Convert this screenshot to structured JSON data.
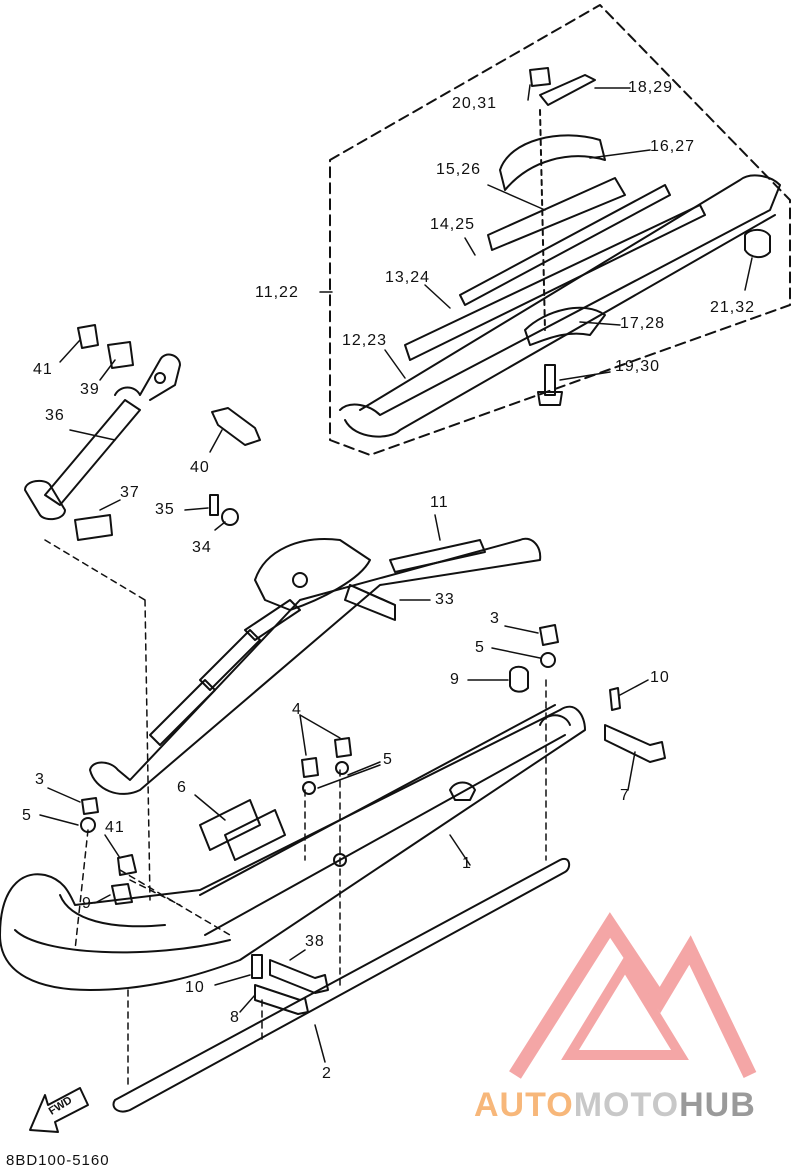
{
  "diagram_code": "8BD100-5160",
  "fwd_label": "FWD",
  "watermark": {
    "part1": "AUTO",
    "part2": "MOTO",
    "part3": "HUB",
    "color_primary": "#f4a6a6",
    "color_text": "#f7b77a"
  },
  "callouts": [
    {
      "id": "c-20-31",
      "text": "20,31"
    },
    {
      "id": "c-18-29",
      "text": "18,29"
    },
    {
      "id": "c-16-27",
      "text": "16,27"
    },
    {
      "id": "c-15-26",
      "text": "15,26"
    },
    {
      "id": "c-14-25",
      "text": "14,25"
    },
    {
      "id": "c-13-24",
      "text": "13,24"
    },
    {
      "id": "c-11-22",
      "text": "11,22"
    },
    {
      "id": "c-12-23",
      "text": "12,23"
    },
    {
      "id": "c-17-28",
      "text": "17,28"
    },
    {
      "id": "c-21-32",
      "text": "21,32"
    },
    {
      "id": "c-19-30",
      "text": "19,30"
    },
    {
      "id": "c-41a",
      "text": "41"
    },
    {
      "id": "c-39",
      "text": "39"
    },
    {
      "id": "c-36",
      "text": "36"
    },
    {
      "id": "c-40",
      "text": "40"
    },
    {
      "id": "c-37",
      "text": "37"
    },
    {
      "id": "c-35",
      "text": "35"
    },
    {
      "id": "c-34",
      "text": "34"
    },
    {
      "id": "c-11",
      "text": "11"
    },
    {
      "id": "c-33",
      "text": "33"
    },
    {
      "id": "c-3a",
      "text": "3"
    },
    {
      "id": "c-5a",
      "text": "5"
    },
    {
      "id": "c-9a",
      "text": "9"
    },
    {
      "id": "c-10a",
      "text": "10"
    },
    {
      "id": "c-4",
      "text": "4"
    },
    {
      "id": "c-5b",
      "text": "5"
    },
    {
      "id": "c-7",
      "text": "7"
    },
    {
      "id": "c-6",
      "text": "6"
    },
    {
      "id": "c-3b",
      "text": "3"
    },
    {
      "id": "c-5c",
      "text": "5"
    },
    {
      "id": "c-41b",
      "text": "41"
    },
    {
      "id": "c-9b",
      "text": "9"
    },
    {
      "id": "c-1",
      "text": "1"
    },
    {
      "id": "c-38",
      "text": "38"
    },
    {
      "id": "c-10b",
      "text": "10"
    },
    {
      "id": "c-8",
      "text": "8"
    },
    {
      "id": "c-2",
      "text": "2"
    }
  ]
}
